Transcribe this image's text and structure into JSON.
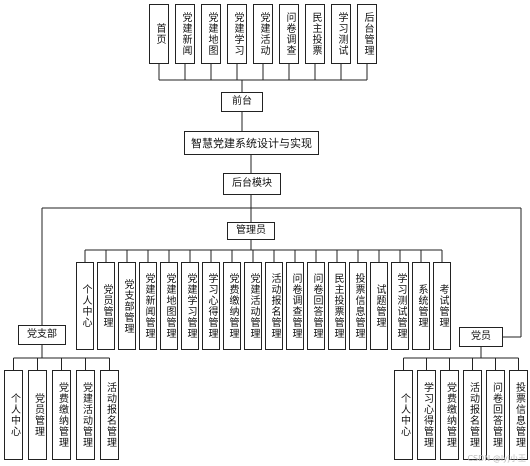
{
  "frontend_modules": [
    "首页",
    "党建新闻",
    "党建地图",
    "党建学习",
    "党建活动",
    "问卷调查",
    "民主投票",
    "学习测试",
    "后台管理"
  ],
  "frontend_label": "前台",
  "system_title": "智慧党建系统设计与实现",
  "backend_label": "后台模块",
  "admin_label": "管理员",
  "admin_modules": [
    "个人中心",
    "党员管理",
    "党支部管理",
    "党建新闻管理",
    "党建地图管理",
    "党建学习管理",
    "学习心得管理",
    "党费缴纳管理",
    "党建活动管理",
    "活动报名管理",
    "问卷调查管理",
    "问卷回答管理",
    "民主投票管理",
    "投票信息管理",
    "试题管理",
    "学习测试管理",
    "系统管理",
    "考试管理"
  ],
  "branch_label": "党支部",
  "branch_modules": [
    "个人中心",
    "党员管理",
    "党费缴纳管理",
    "党建活动管理",
    "活动报名管理"
  ],
  "member_label": "党员",
  "member_modules": [
    "个人中心",
    "学习心得管理",
    "党费缴纳管理",
    "活动报名管理",
    "问卷回答管理",
    "投票信息管理"
  ],
  "watermark": "CSDN @lyj小王"
}
